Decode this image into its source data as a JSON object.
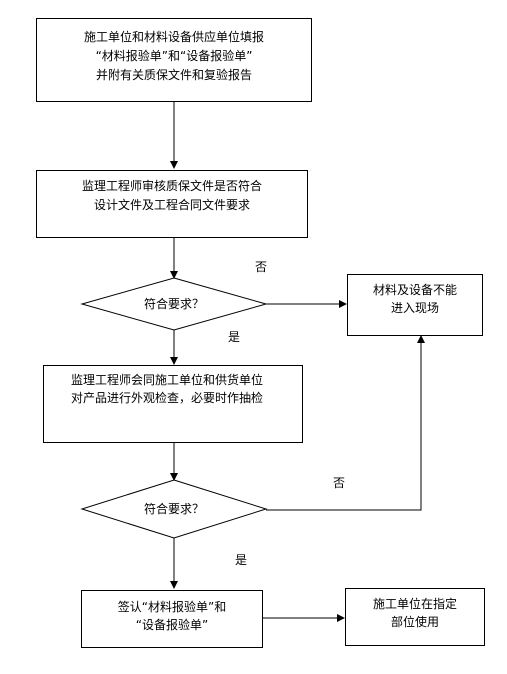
{
  "nodes": {
    "submit": {
      "lines": [
        "施工单位和材料设备供应单位填报",
        "“材料报验单”和“设备报验单”",
        "并附有关质保文件和复验报告"
      ]
    },
    "review": {
      "lines": [
        "监理工程师审核质保文件是否符合",
        "设计文件及工程合同文件要求"
      ]
    },
    "decision1": {
      "text": "符合要求？"
    },
    "reject": {
      "lines": [
        "材料及设备不能",
        "进入现场"
      ]
    },
    "inspect": {
      "lines": [
        "监理工程师会同施工单位和供货单位",
        "对产品进行外观检查，必要时作抽检"
      ]
    },
    "decision2": {
      "text": "符合要求？"
    },
    "sign": {
      "lines": [
        "签认“材料报验单”和",
        "“设备报验单”"
      ]
    },
    "use": {
      "lines": [
        "施工单位在指定",
        "部位使用"
      ]
    }
  },
  "edge_labels": {
    "no1": "否",
    "yes1": "是",
    "no2": "否",
    "yes2": "是"
  }
}
